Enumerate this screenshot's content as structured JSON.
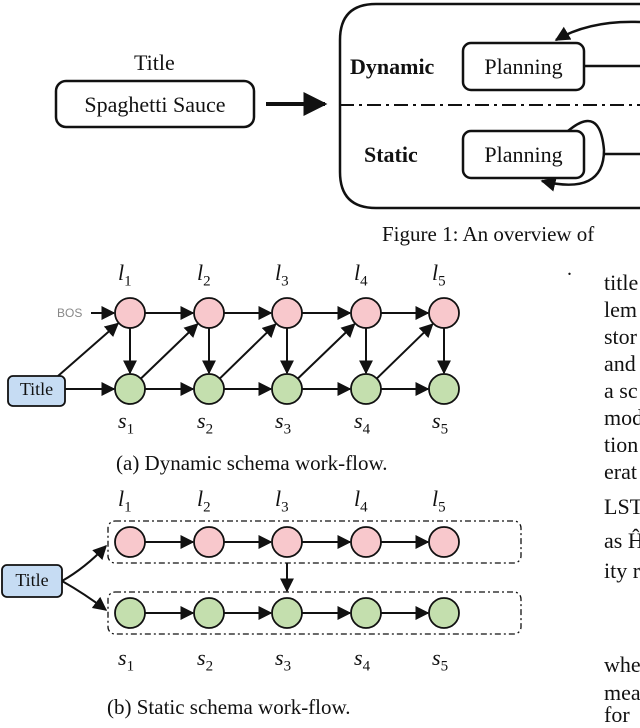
{
  "figure1": {
    "title_label": "Title",
    "title_box": "Spaghetti Sauce",
    "dynamic_label": "Dynamic",
    "static_label": "Static",
    "planning_label": "Planning",
    "caption": "Figure 1: An overview of"
  },
  "diagram_a": {
    "bos": "BOS",
    "title": "Title",
    "top_nodes": [
      "l1",
      "l2",
      "l3",
      "l4",
      "l5"
    ],
    "bottom_nodes": [
      "s1",
      "s2",
      "s3",
      "s4",
      "s5"
    ],
    "caption": "(a) Dynamic schema work-flow."
  },
  "diagram_b": {
    "title": "Title",
    "top_nodes": [
      "l1",
      "l2",
      "l3",
      "l4",
      "l5"
    ],
    "bottom_nodes": [
      "s1",
      "s2",
      "s3",
      "s4",
      "s5"
    ],
    "caption": "(b) Static schema work-flow."
  },
  "body_text": {
    "lines": [
      "title",
      "lem",
      "stor",
      "and",
      "a  sc",
      "mod",
      "tion",
      "erat",
      "LST",
      "as Ĥ",
      "ity r",
      "whe",
      "mea",
      "for"
    ]
  },
  "colors": {
    "pink_node": "#f8c8cc",
    "green_node": "#c4dfae",
    "title_fill": "#c6dcf3",
    "bos_gray": "#888888"
  }
}
